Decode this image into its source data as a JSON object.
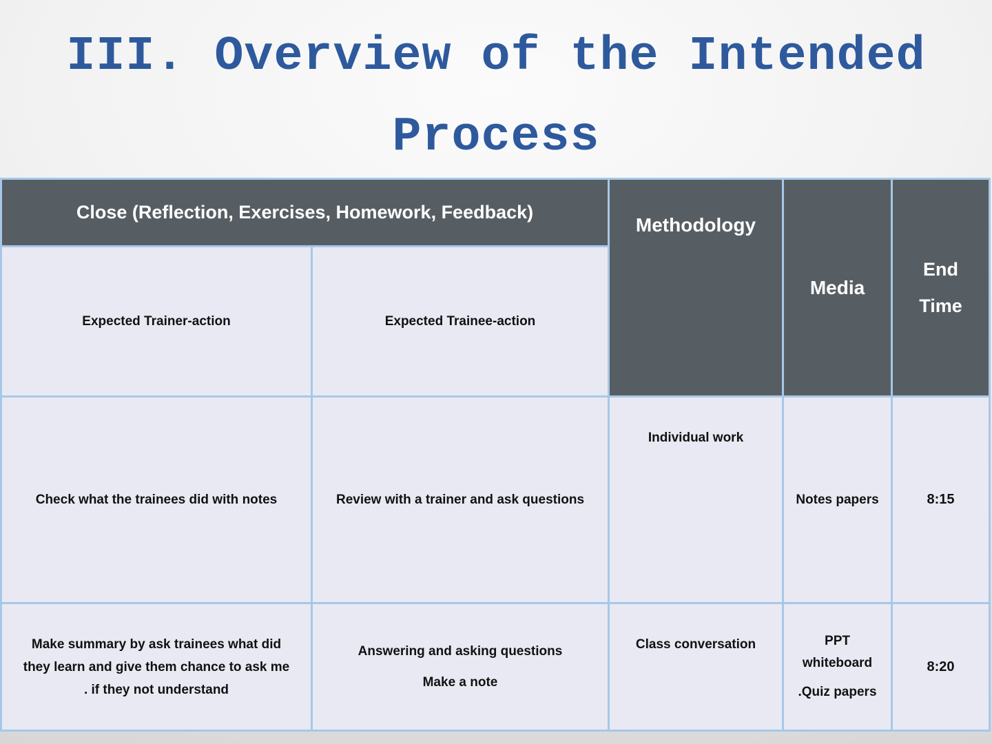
{
  "title": {
    "line1": "III. Overview of the Intended",
    "line2": "Process"
  },
  "table": {
    "headers": {
      "close": "Close (Reflection, Exercises, Homework, Feedback)",
      "trainer_action": "Expected Trainer-action",
      "trainee_action": "Expected Trainee-action",
      "methodology": "Methodology",
      "media": "Media",
      "end_time_line1": "End",
      "end_time_line2": "Time"
    },
    "rows": [
      {
        "trainer": "Check what the trainees did with notes",
        "trainee": "Review with a trainer and ask questions",
        "methodology": "Individual work",
        "media": "Notes papers",
        "end_time": "8:15"
      },
      {
        "trainer_line1": "Make summary by ask trainees what did",
        "trainer_line2": "they learn and give them chance to ask me",
        "trainer_line3": ". if they not understand",
        "trainee_line1": "Answering and asking questions",
        "trainee_line2": "Make a note",
        "methodology": "Class conversation",
        "media_line1": "PPT",
        "media_line2": "whiteboard",
        "media_line3": ".Quiz papers",
        "end_time": "8:20"
      }
    ]
  },
  "colors": {
    "title_text": "#2E5A9D",
    "header_bg": "#575E63",
    "header_text": "#FFFFFF",
    "cell_bg": "#E9E9F3",
    "cell_text": "#111111",
    "table_border": "#A6C8E8",
    "slide_background": "#EDEDED"
  }
}
